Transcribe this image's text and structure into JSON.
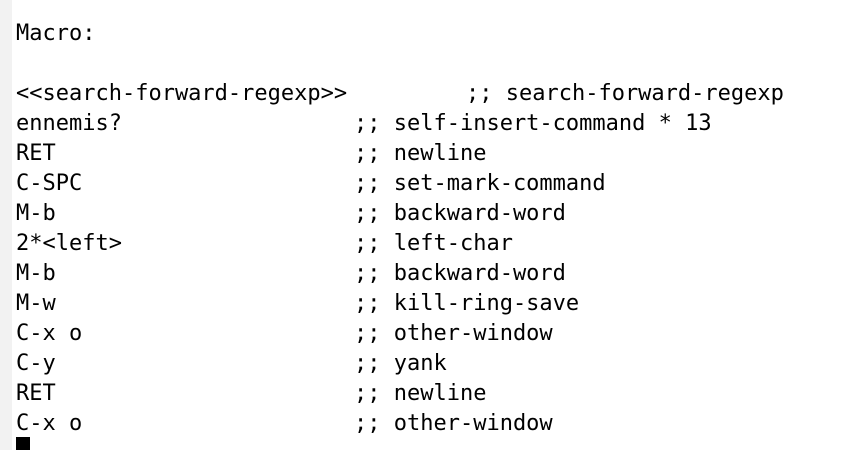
{
  "buffer": {
    "header": "Macro:",
    "first_line": {
      "keys": "<<search-forward-regexp>>",
      "comment": ";; search-forward-regexp"
    },
    "lines": [
      {
        "keys": "ennemis?",
        "comment": ";; self-insert-command * 13"
      },
      {
        "keys": "RET",
        "comment": ";; newline"
      },
      {
        "keys": "C-SPC",
        "comment": ";; set-mark-command"
      },
      {
        "keys": "M-b",
        "comment": ";; backward-word"
      },
      {
        "keys": "2*<left>",
        "comment": ";; left-char"
      },
      {
        "keys": "M-b",
        "comment": ";; backward-word"
      },
      {
        "keys": "M-w",
        "comment": ";; kill-ring-save"
      },
      {
        "keys": "C-x o",
        "comment": ";; other-window"
      },
      {
        "keys": "C-y",
        "comment": ";; yank"
      },
      {
        "keys": "RET",
        "comment": ";; newline"
      },
      {
        "keys": "C-x o",
        "comment": ";; other-window"
      }
    ]
  }
}
